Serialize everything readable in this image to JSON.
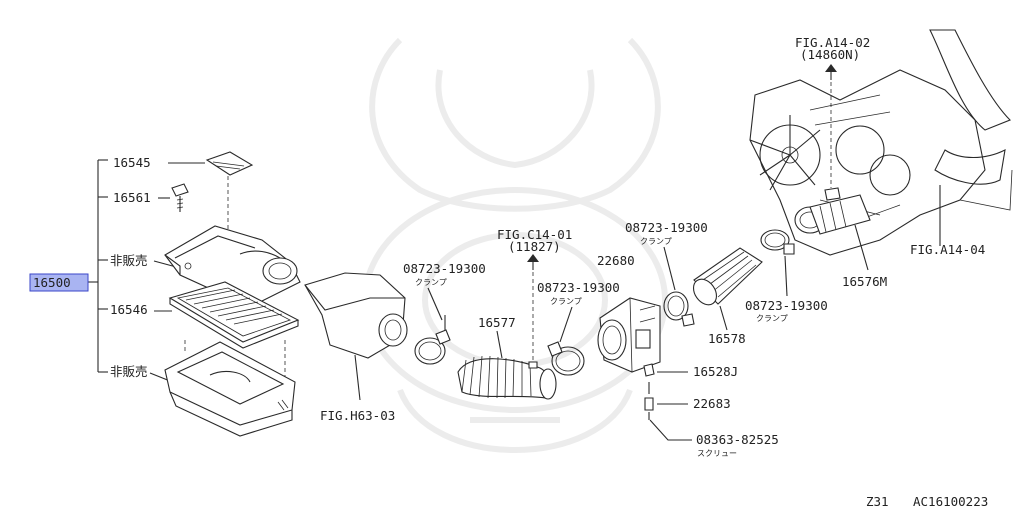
{
  "diagram_id": "AC16100223",
  "model_code": "Z31",
  "selected_part": "16500",
  "parts": {
    "p16545": "16545",
    "p16561": "16561",
    "hanbai_top": "非販売",
    "p16500": "16500",
    "p16546": "16546",
    "hanbai_bottom": "非販売",
    "fig_h63": "FIG.H63-03",
    "clamp1_no": "08723-19300",
    "clamp1_kana": "クランプ",
    "p16577": "16577",
    "fig_c14_a": "FIG.C14-01",
    "fig_c14_b": "(11827)",
    "p22680": "22680",
    "clamp2_no": "08723-19300",
    "clamp2_kana": "クランプ",
    "clamp3_no": "08723-19300",
    "clamp3_kana": "クランプ",
    "p16578": "16578",
    "clamp4_no": "08723-19300",
    "clamp4_kana": "クランプ",
    "p16528j": "16528J",
    "p22683": "22683",
    "screw_no": "08363-82525",
    "screw_kana": "スクリュー",
    "fig_a14_02a": "FIG.A14-02",
    "fig_a14_02b": "(14860N)",
    "fig_a14_04": "FIG.A14-04",
    "p16576m": "16576M"
  },
  "colors": {
    "ink": "#2a2a2a",
    "highlight": "#a9b4f2",
    "highlight_border": "#3a46c8",
    "watermark": "#ececec"
  }
}
